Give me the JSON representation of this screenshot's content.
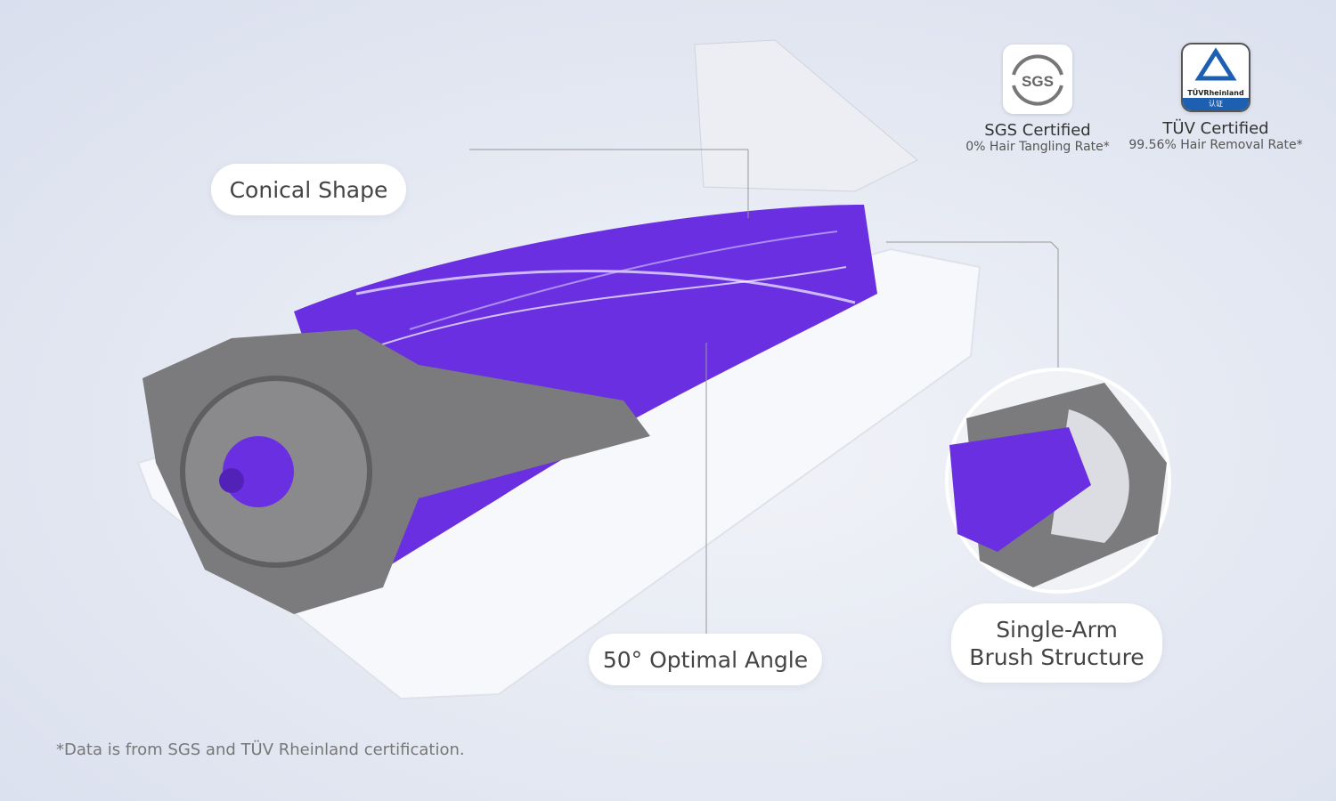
{
  "callouts": {
    "conical": "Conical Shape",
    "angle": "50° Optimal Angle",
    "single_arm": "Single-Arm Brush Structure"
  },
  "certifications": [
    {
      "logo_text": "SGS",
      "title": "SGS Certified",
      "subtitle": "0% Hair Tangling Rate*"
    },
    {
      "logo_text": "TÜVRheinland",
      "logo_sub": "认证",
      "title": "TÜV Certified",
      "subtitle": "99.56% Hair Removal Rate*"
    }
  ],
  "footnote": "*Data is from SGS and TÜV Rheinland certification.",
  "colors": {
    "purple": "#6a2fe0",
    "grey": "#7b7b7e",
    "tuv_blue": "#1d5fb0"
  }
}
